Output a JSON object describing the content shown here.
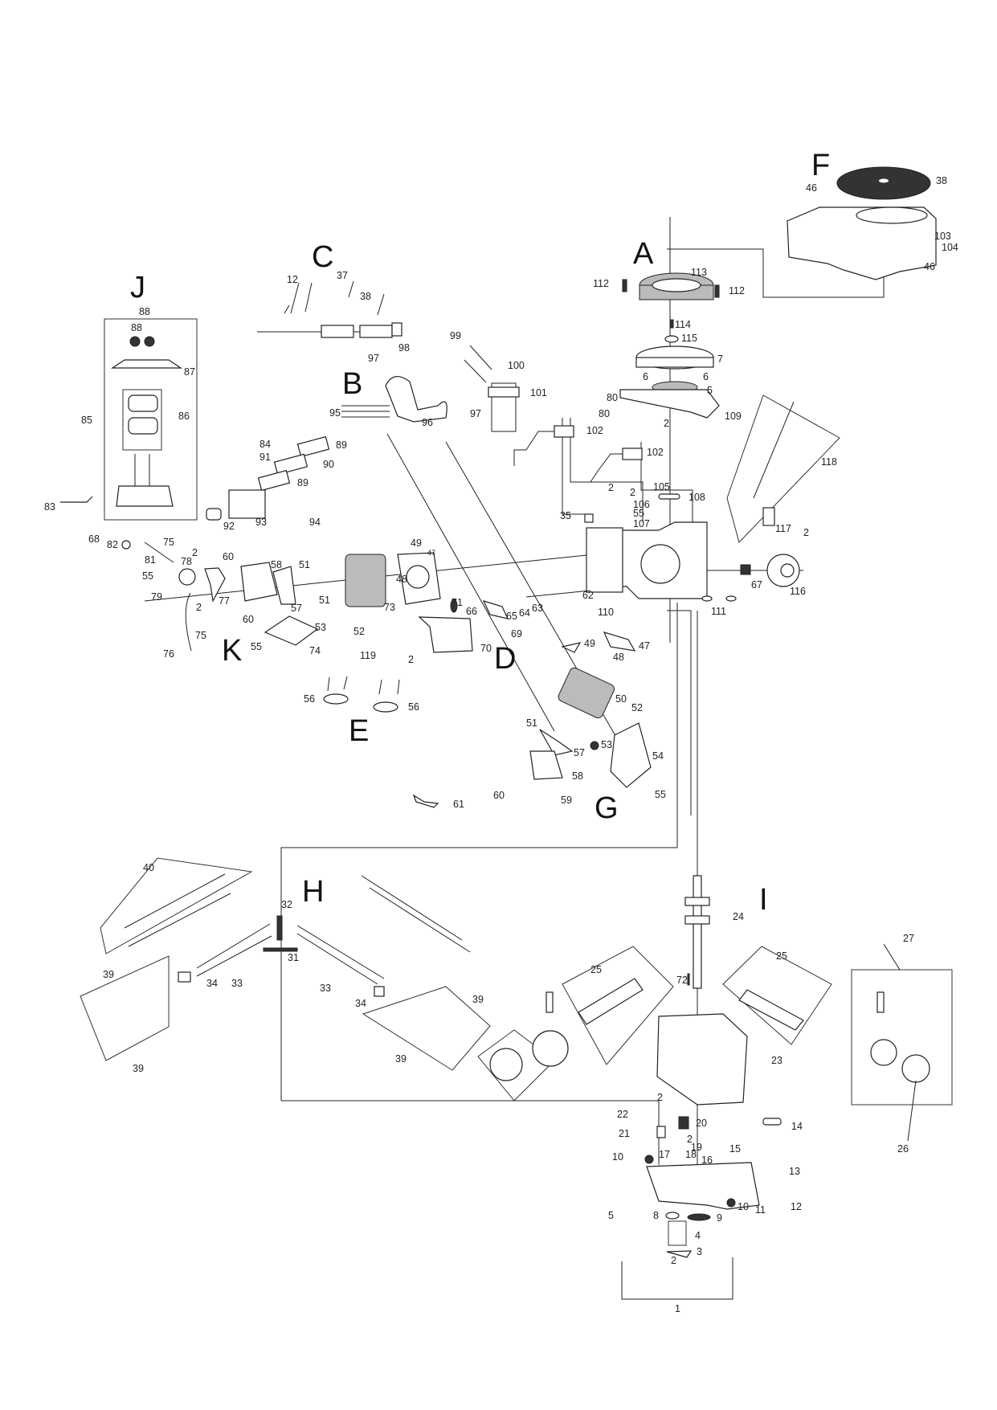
{
  "diagram": {
    "title": "Engine exploded parts diagram",
    "sections": [
      {
        "id": "A",
        "label": "A"
      },
      {
        "id": "B",
        "label": "B"
      },
      {
        "id": "C",
        "label": "C"
      },
      {
        "id": "D",
        "label": "D"
      },
      {
        "id": "E",
        "label": "E"
      },
      {
        "id": "F",
        "label": "F"
      },
      {
        "id": "G",
        "label": "G"
      },
      {
        "id": "H",
        "label": "H"
      },
      {
        "id": "I",
        "label": "I"
      },
      {
        "id": "J",
        "label": "J"
      },
      {
        "id": "K",
        "label": "K"
      }
    ],
    "callouts": {
      "F": [
        "38",
        "46",
        "103",
        "104",
        "46"
      ],
      "A": [
        "113",
        "112",
        "112",
        "114",
        "115",
        "7",
        "6",
        "6",
        "5",
        "109",
        "2",
        "80",
        "102",
        "80",
        "102",
        "108",
        "105",
        "2",
        "2",
        "106",
        "55",
        "107"
      ],
      "C": [
        "12",
        "37",
        "38",
        "98"
      ],
      "B": [
        "97",
        "97",
        "95",
        "96",
        "89",
        "90",
        "89",
        "84",
        "91",
        "92",
        "93",
        "94",
        "99",
        "100",
        "101"
      ],
      "J": [
        "88",
        "88",
        "87",
        "86",
        "85",
        "83",
        "68"
      ],
      "K": [
        "82",
        "75",
        "81",
        "78",
        "2",
        "55",
        "79",
        "77",
        "2",
        "75",
        "76",
        "60",
        "58",
        "51",
        "57",
        "60",
        "51",
        "73",
        "53",
        "52",
        "55",
        "74",
        "49",
        "48",
        "47"
      ],
      "engine": [
        "35",
        "110",
        "62",
        "63",
        "64",
        "65",
        "66",
        "71",
        "69",
        "70",
        "67",
        "116",
        "111",
        "117",
        "2",
        "118"
      ],
      "D": [
        "2",
        "49",
        "47",
        "48"
      ],
      "E": [
        "119",
        "56",
        "56",
        "61"
      ],
      "G": [
        "50",
        "51",
        "52",
        "53",
        "54",
        "57",
        "58",
        "55",
        "60",
        "59"
      ],
      "H": [
        "40",
        "32",
        "31",
        "33",
        "34",
        "39",
        "39",
        "33",
        "34",
        "39",
        "39"
      ],
      "I": [
        "24",
        "25",
        "72",
        "25",
        "23",
        "27",
        "26"
      ],
      "crankcase": [
        "2",
        "22",
        "21",
        "20",
        "2",
        "19",
        "18",
        "17",
        "16",
        "15",
        "10",
        "14",
        "13",
        "10",
        "11",
        "12",
        "8",
        "9",
        "5",
        "4",
        "3",
        "2",
        "1"
      ]
    }
  }
}
